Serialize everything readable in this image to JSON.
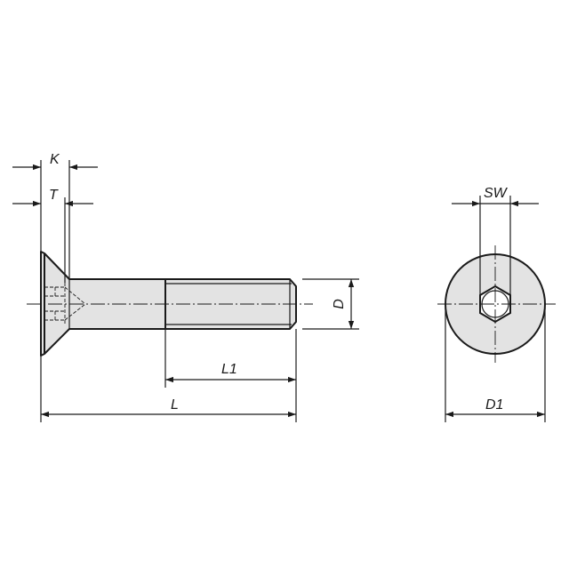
{
  "drawing": {
    "type": "countersunk hex socket screw technical drawing",
    "fill_color": "#e3e3e3",
    "line_color": "#1a1a1a",
    "dimensions": {
      "k": "K",
      "t": "T",
      "d": "D",
      "l1": "L1",
      "l": "L",
      "sw": "SW",
      "d1": "D1"
    }
  }
}
